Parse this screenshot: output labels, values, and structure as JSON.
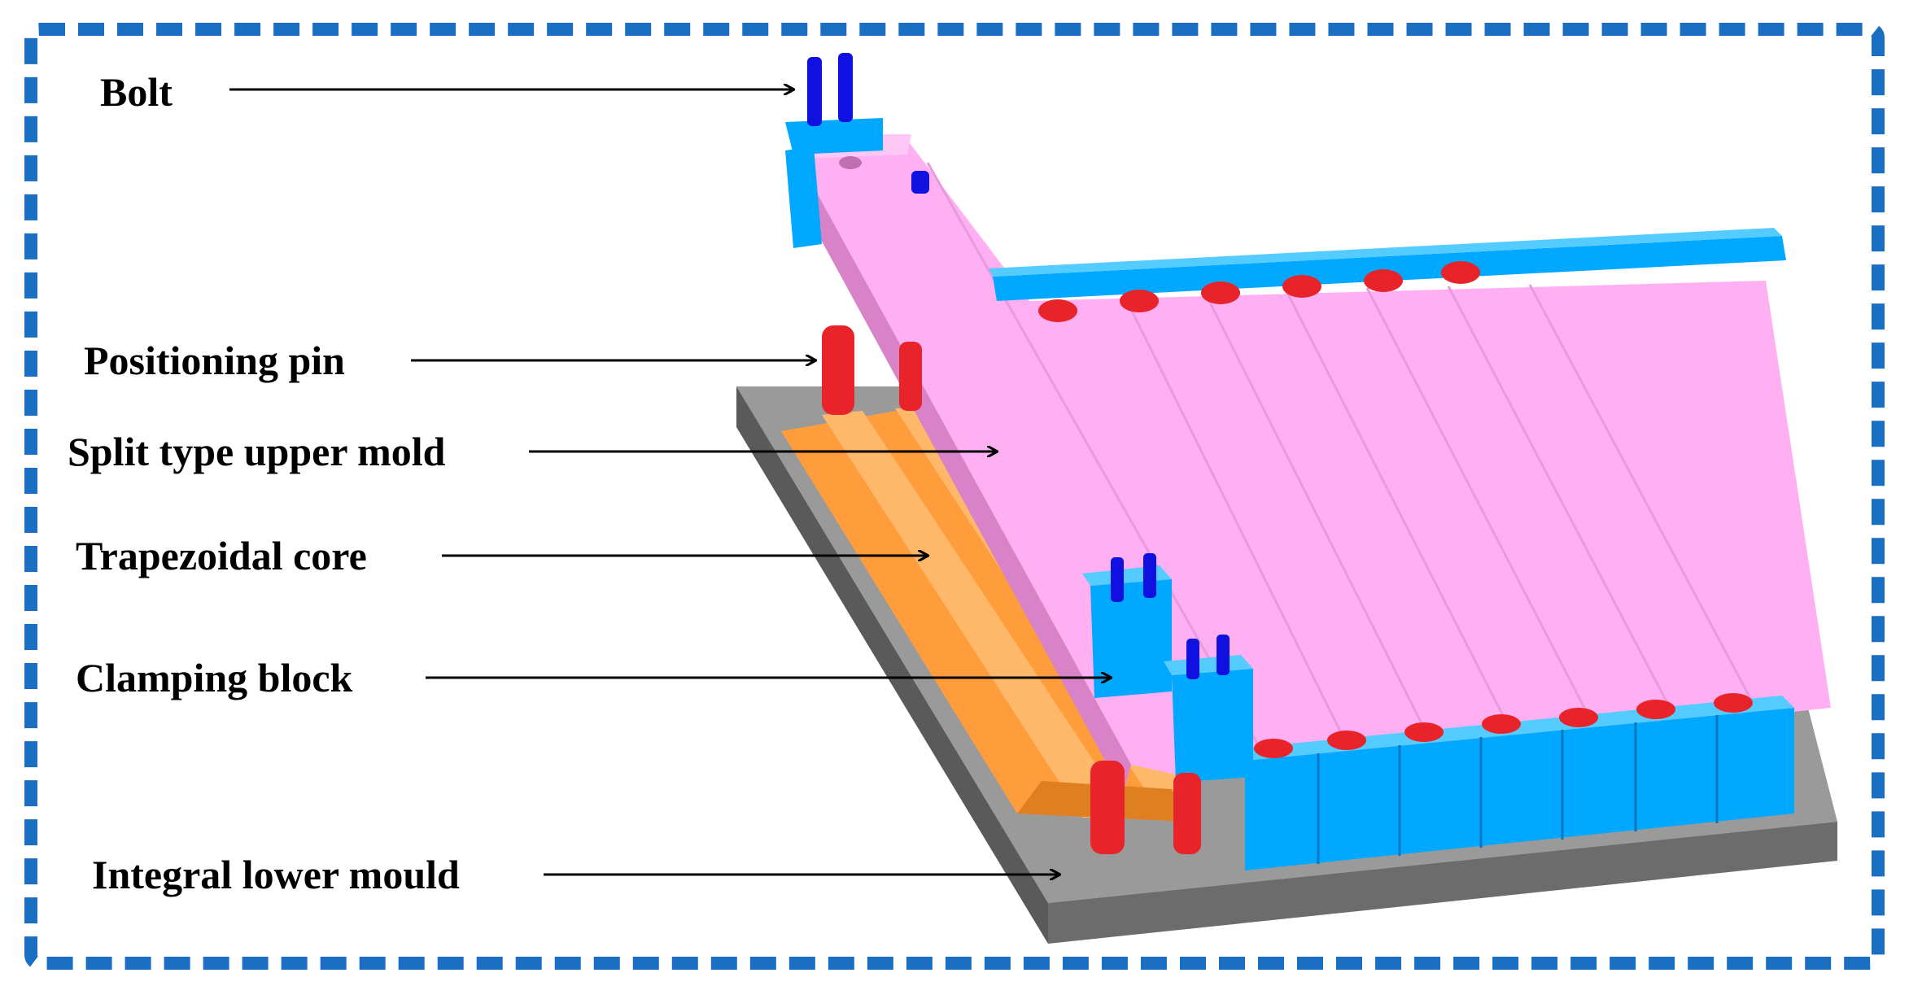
{
  "labels": {
    "bolt": "Bolt",
    "positioning_pin": "Positioning pin",
    "upper_mold": "Split type upper mold",
    "core": "Trapezoidal core",
    "clamping_block": "Clamping block",
    "lower_mould": "Integral lower mould"
  },
  "colors": {
    "frame": "#1a6fc2",
    "base": "#7d7d7d",
    "upper_mold": "#ffb0f2",
    "core": "#ff9d3d",
    "clamp": "#00a8ff",
    "bolt": "#1010e0",
    "pin": "#e8242a"
  }
}
